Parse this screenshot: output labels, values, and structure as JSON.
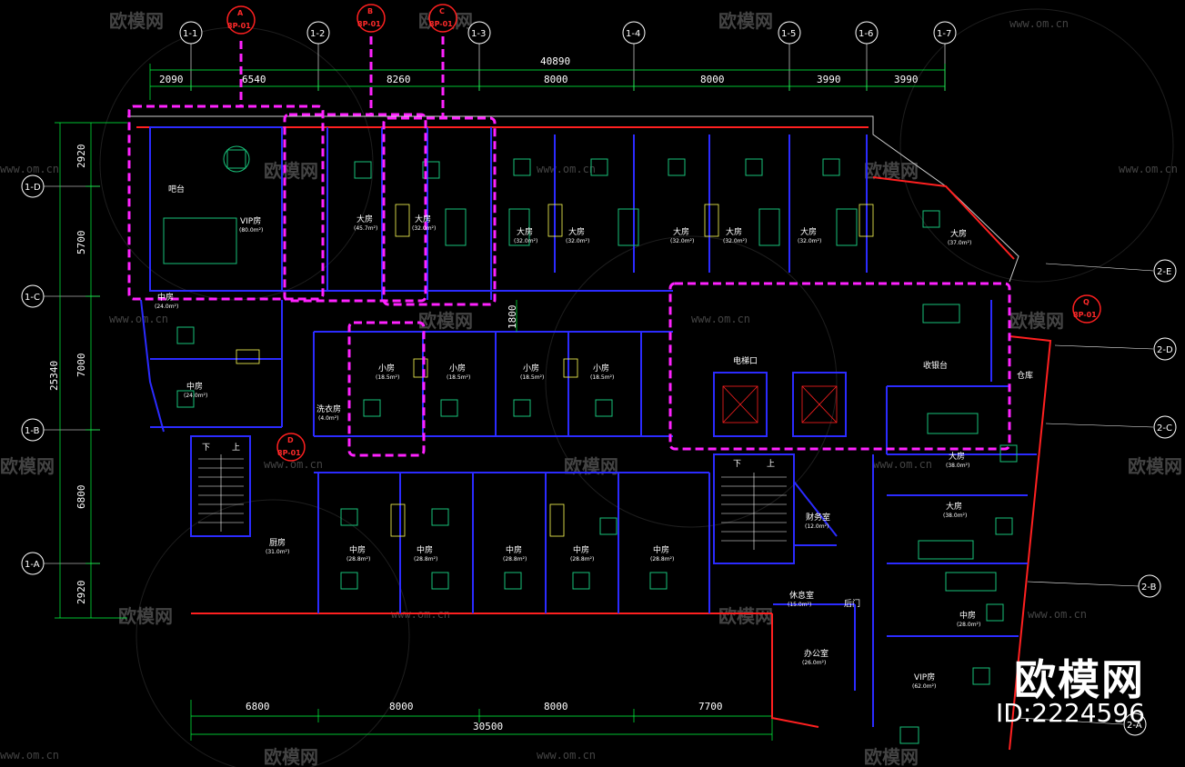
{
  "watermarks": {
    "text": "欧模网",
    "url": "www.om.cn"
  },
  "brand": {
    "name": "欧模网",
    "id": "ID:2224596"
  },
  "grid_top": [
    "1-1",
    "1-2",
    "1-3",
    "1-4",
    "1-5",
    "1-6",
    "1-7"
  ],
  "grid_left": [
    "1-D",
    "1-C",
    "1-B",
    "1-A"
  ],
  "grid_right": [
    "2-E",
    "2-D",
    "2-C",
    "2-B",
    "2-A"
  ],
  "section_marks": [
    {
      "letter": "A",
      "ref": "8P-01"
    },
    {
      "letter": "B",
      "ref": "8P-01"
    },
    {
      "letter": "C",
      "ref": "8P-01"
    },
    {
      "letter": "D",
      "ref": "8P-01"
    },
    {
      "letter": "Q",
      "ref": "8P-01"
    }
  ],
  "dims_top_total": "40890",
  "dims_top": [
    "2090",
    "6540",
    "8260",
    "8000",
    "8000",
    "3990",
    "3990"
  ],
  "dims_left_total": "25340",
  "dims_left": [
    "2920",
    "5700",
    "7000",
    "6800",
    "2920"
  ],
  "dims_bottom_total": "30500",
  "dims_bottom": [
    "6800",
    "8000",
    "8000",
    "7700"
  ],
  "dim_corridor": "1800",
  "rooms": {
    "vip_top": {
      "name": "VIP房",
      "area": "(80.0m²)"
    },
    "bar_counter": {
      "name": "吧台"
    },
    "big1": {
      "name": "大房",
      "area": "(45.7m²)"
    },
    "big2": {
      "name": "大房",
      "area": "(32.0m²)"
    },
    "big3": {
      "name": "大房",
      "area": "(32.0m²)"
    },
    "big4": {
      "name": "大房",
      "area": "(32.0m²)"
    },
    "big5": {
      "name": "大房",
      "area": "(32.0m²)"
    },
    "big6": {
      "name": "大房",
      "area": "(32.0m²)"
    },
    "big7": {
      "name": "大房",
      "area": "(32.0m²)"
    },
    "big8": {
      "name": "大房",
      "area": "(37.0m²)"
    },
    "mid_l1": {
      "name": "中房",
      "area": "(24.0m²)"
    },
    "mid_l2": {
      "name": "中房",
      "area": "(24.0m²)"
    },
    "laundry": {
      "name": "洗衣房",
      "area": "(4.0m²)"
    },
    "small1": {
      "name": "小房",
      "area": "(18.5m²)"
    },
    "small2": {
      "name": "小房",
      "area": "(18.5m²)"
    },
    "small3": {
      "name": "小房",
      "area": "(18.5m²)"
    },
    "small4": {
      "name": "小房",
      "area": "(18.5m²)"
    },
    "elevator": {
      "name": "电梯口"
    },
    "cashier": {
      "name": "收银台"
    },
    "storage": {
      "name": "仓库"
    },
    "kitchen": {
      "name": "厨房",
      "area": "(31.0m²)"
    },
    "mid1": {
      "name": "中房",
      "area": "(28.8m²)"
    },
    "mid2": {
      "name": "中房",
      "area": "(28.8m²)"
    },
    "mid3": {
      "name": "中房",
      "area": "(28.8m²)"
    },
    "mid4": {
      "name": "中房",
      "area": "(28.8m²)"
    },
    "mid5": {
      "name": "中房",
      "area": "(28.8m²)"
    },
    "finance": {
      "name": "财务室",
      "area": "(12.0m²)"
    },
    "rest": {
      "name": "休息室",
      "area": "(15.0m²)"
    },
    "office": {
      "name": "办公室",
      "area": "(26.0m²)"
    },
    "back_door": {
      "name": "后门"
    },
    "big_r1": {
      "name": "大房",
      "area": "(38.0m²)"
    },
    "big_r2": {
      "name": "大房",
      "area": "(38.0m²)"
    },
    "mid_r": {
      "name": "中房",
      "area": "(28.0m²)"
    },
    "vip_r": {
      "name": "VIP房",
      "area": "(62.0m²)"
    },
    "stair_down": "下",
    "stair_up": "上",
    "stair2_down": "下",
    "stair2_up": "上"
  },
  "colors": {
    "wall": "#2b2bff",
    "furniture": "#19c27a",
    "section": "#ff22ff",
    "red": "#ff2020",
    "dim": "#00ff40",
    "grid": "#ffffff"
  }
}
